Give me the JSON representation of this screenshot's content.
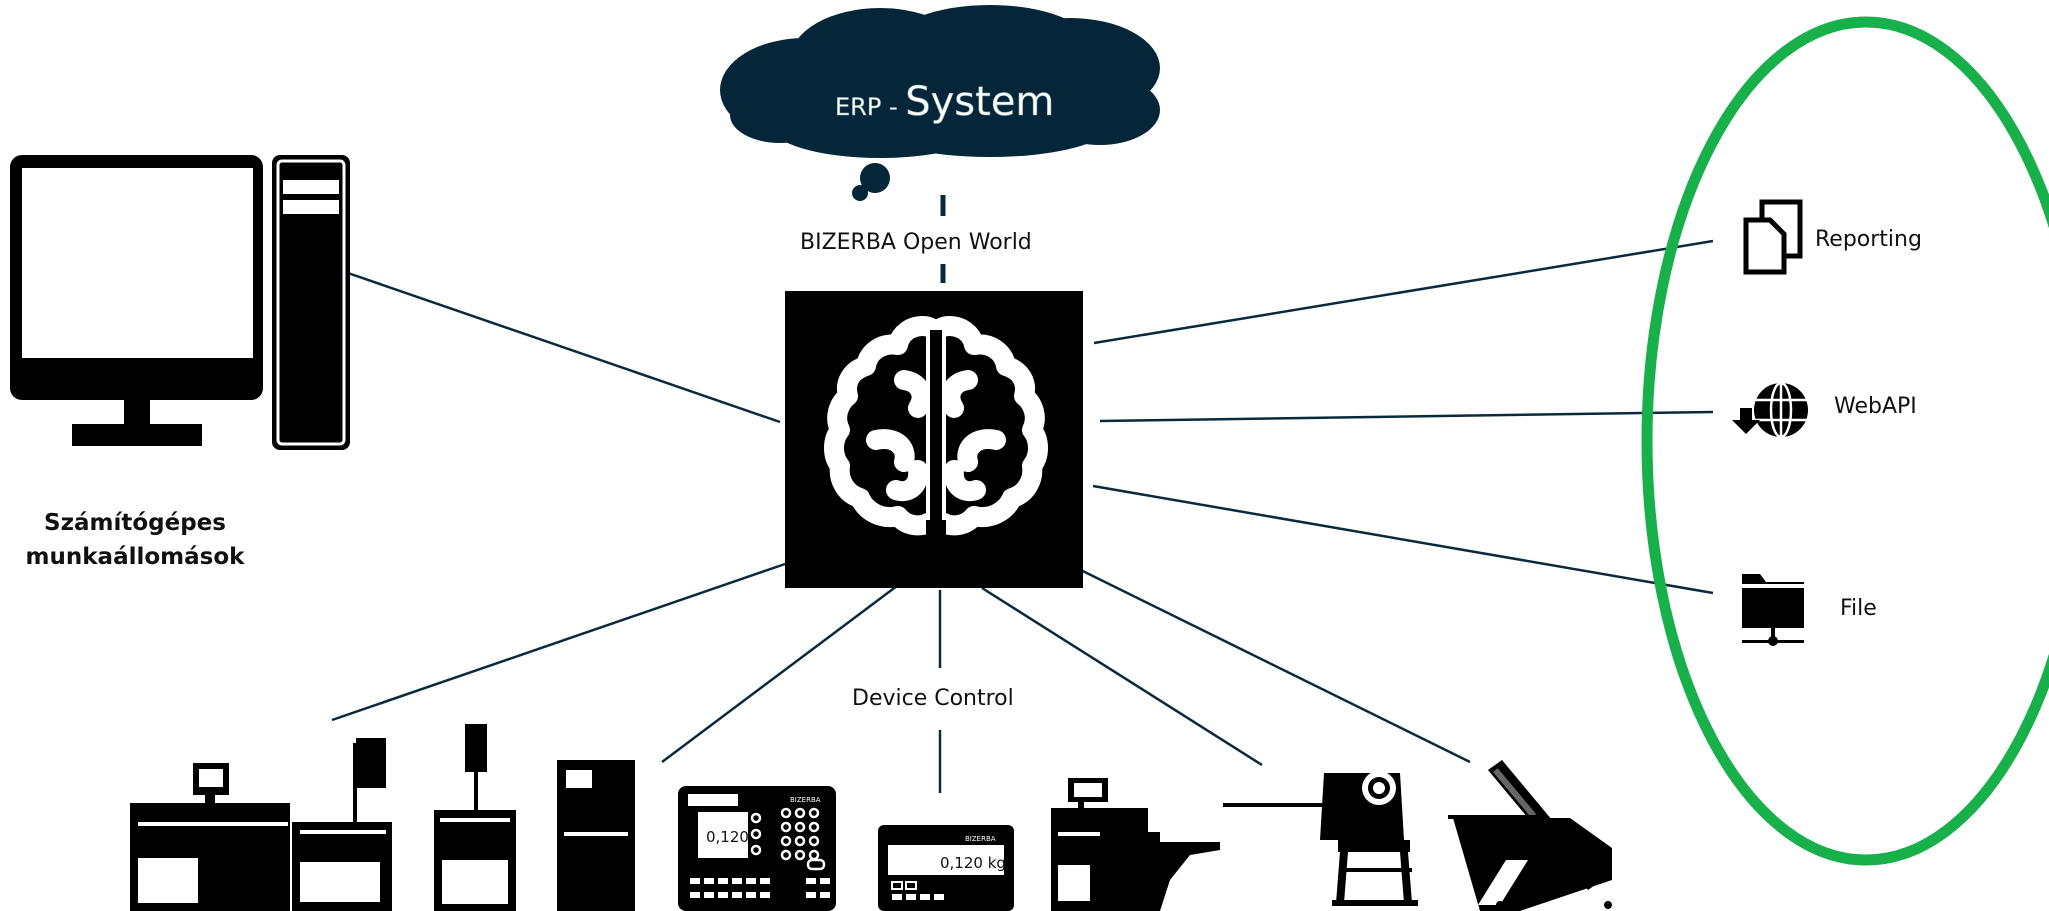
{
  "cloud": {
    "prefix": "ERP - ",
    "word": "System"
  },
  "labels": {
    "open_world": "BIZERBA Open World",
    "device_control": "Device Control",
    "workstation_line1": "Számítógépes",
    "workstation_line2": "munkaállomások"
  },
  "outputs": {
    "reporting": "Reporting",
    "webapi": "WebAPI",
    "file": "File"
  },
  "devices": {
    "scale_small_display": "0,120",
    "scale_large_display": "0,120 kg",
    "brand_mark": "BIZERBA"
  },
  "colors": {
    "cloud": "#052638",
    "line": "#0a2a3c",
    "ellipse": "#17b04a",
    "icon": "#000000"
  }
}
